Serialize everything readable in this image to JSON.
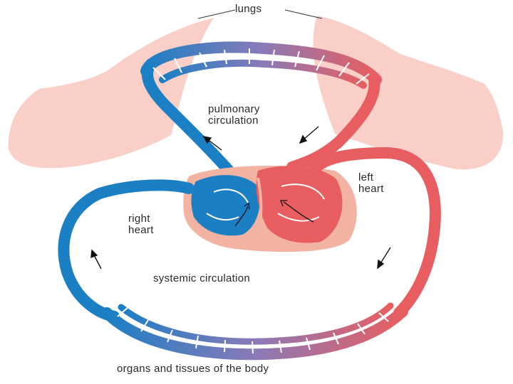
{
  "labels": {
    "lungs": "lungs",
    "pulmonary_line1": "pulmonary",
    "pulmonary_line2": "circulation",
    "left_heart_line1": "left",
    "left_heart_line2": "heart",
    "right_heart_line1": "right",
    "right_heart_line2": "heart",
    "systemic": "systemic circulation",
    "organs": "organs and tissues of the body"
  },
  "colors": {
    "background": "#ffffff",
    "lung": "#f9cfc8",
    "heart_tissue": "#f2b3a3",
    "oxygenated": "#e85e60",
    "deoxygenated": "#1b7fc4",
    "capillary_mix": "#8a7ab8",
    "text": "#2a2a2a"
  }
}
